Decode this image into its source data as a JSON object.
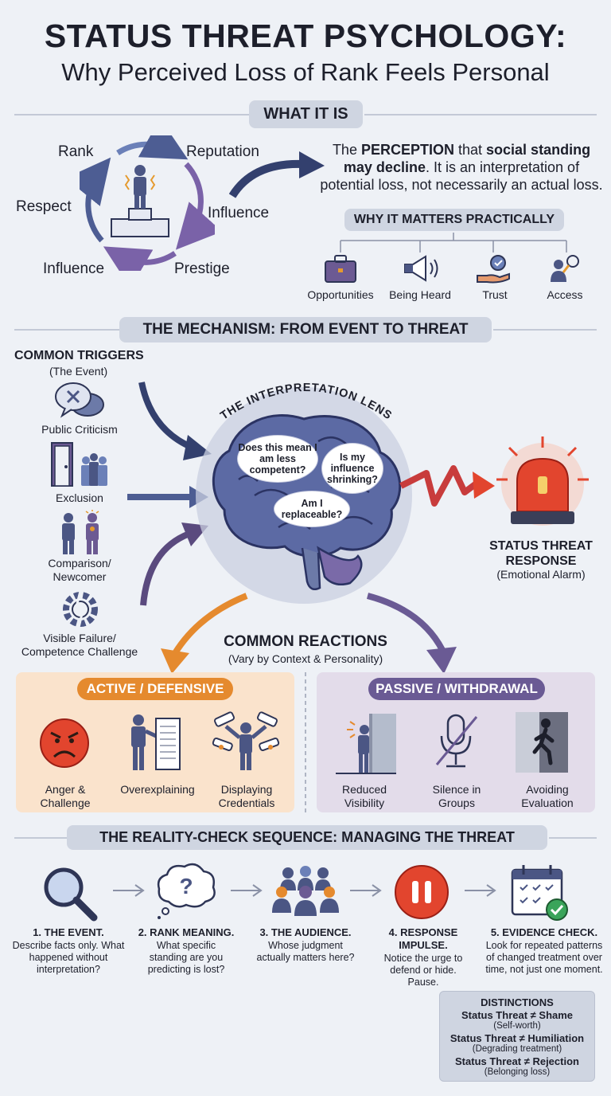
{
  "header": {
    "title": "STATUS THREAT PSYCHOLOGY:",
    "subtitle": "Why Perceived Loss of Rank Feels Personal"
  },
  "what_it_is": {
    "heading": "WHAT IT IS",
    "cycle_labels": {
      "rank": "Rank",
      "reputation": "Reputation",
      "respect": "Respect",
      "influence_right": "Influence",
      "influence_bottom": "Influence",
      "prestige": "Prestige"
    },
    "definition_prefix": "The ",
    "definition_bold1": "PERCEPTION",
    "definition_mid": " that ",
    "definition_bold2": "social standing may decline",
    "definition_rest": ". It is an interpretation of potential loss, not necessarily an actual loss.",
    "why_heading": "WHY IT MATTERS PRACTICALLY",
    "why_items": [
      "Opportunities",
      "Being Heard",
      "Trust",
      "Access"
    ]
  },
  "mechanism": {
    "heading": "THE MECHANISM: FROM EVENT TO THREAT",
    "triggers_title": "COMMON TRIGGERS",
    "triggers_sub": "(The Event)",
    "triggers": [
      "Public Criticism",
      "Exclusion",
      "Comparison/\nNewcomer",
      "Visible Failure/\nCompetence Challenge"
    ],
    "lens_label": "THE INTERPRETATION LENS",
    "thoughts": [
      "Does this mean I am less competent?",
      "Is my influence shrinking?",
      "Am I replaceable?"
    ],
    "response_title": "STATUS THREAT RESPONSE",
    "response_sub": "(Emotional Alarm)"
  },
  "reactions": {
    "heading": "COMMON REACTIONS",
    "sub": "(Vary by Context & Personality)",
    "active_tag": "ACTIVE / DEFENSIVE",
    "active_items": [
      "Anger &\nChallenge",
      "Overexplaining",
      "Displaying\nCredentials"
    ],
    "passive_tag": "PASSIVE / WITHDRAWAL",
    "passive_items": [
      "Reduced\nVisibility",
      "Silence in\nGroups",
      "Avoiding\nEvaluation"
    ]
  },
  "reality_check": {
    "heading": "THE REALITY-CHECK SEQUENCE: MANAGING THE THREAT",
    "steps": [
      {
        "title": "1. THE EVENT.",
        "desc": "Describe facts only. What happened without interpretation?"
      },
      {
        "title": "2. RANK MEANING.",
        "desc": "What specific standing are you predicting is lost?"
      },
      {
        "title": "3. THE AUDIENCE.",
        "desc": "Whose judgment actually matters here?"
      },
      {
        "title": "4. RESPONSE IMPULSE.",
        "desc": "Notice the urge to defend or hide. Pause."
      },
      {
        "title": "5. EVIDENCE CHECK.",
        "desc": "Look for repeated patterns of changed treatment over time, not just one moment."
      }
    ]
  },
  "distinctions": {
    "title": "DISTINCTIONS",
    "items": [
      {
        "label": "Status Threat ≠ Shame",
        "note": "(Self-worth)"
      },
      {
        "label": "Status Threat ≠ Humiliation",
        "note": "(Degrading treatment)"
      },
      {
        "label": "Status Threat ≠ Rejection",
        "note": "(Belonging loss)"
      }
    ]
  },
  "colors": {
    "navy": "#3d4a7a",
    "purple": "#6a5a94",
    "orange": "#e58a2e",
    "red": "#e0402a",
    "active_bg": "#fae3cc",
    "passive_bg": "#e3dcea"
  }
}
